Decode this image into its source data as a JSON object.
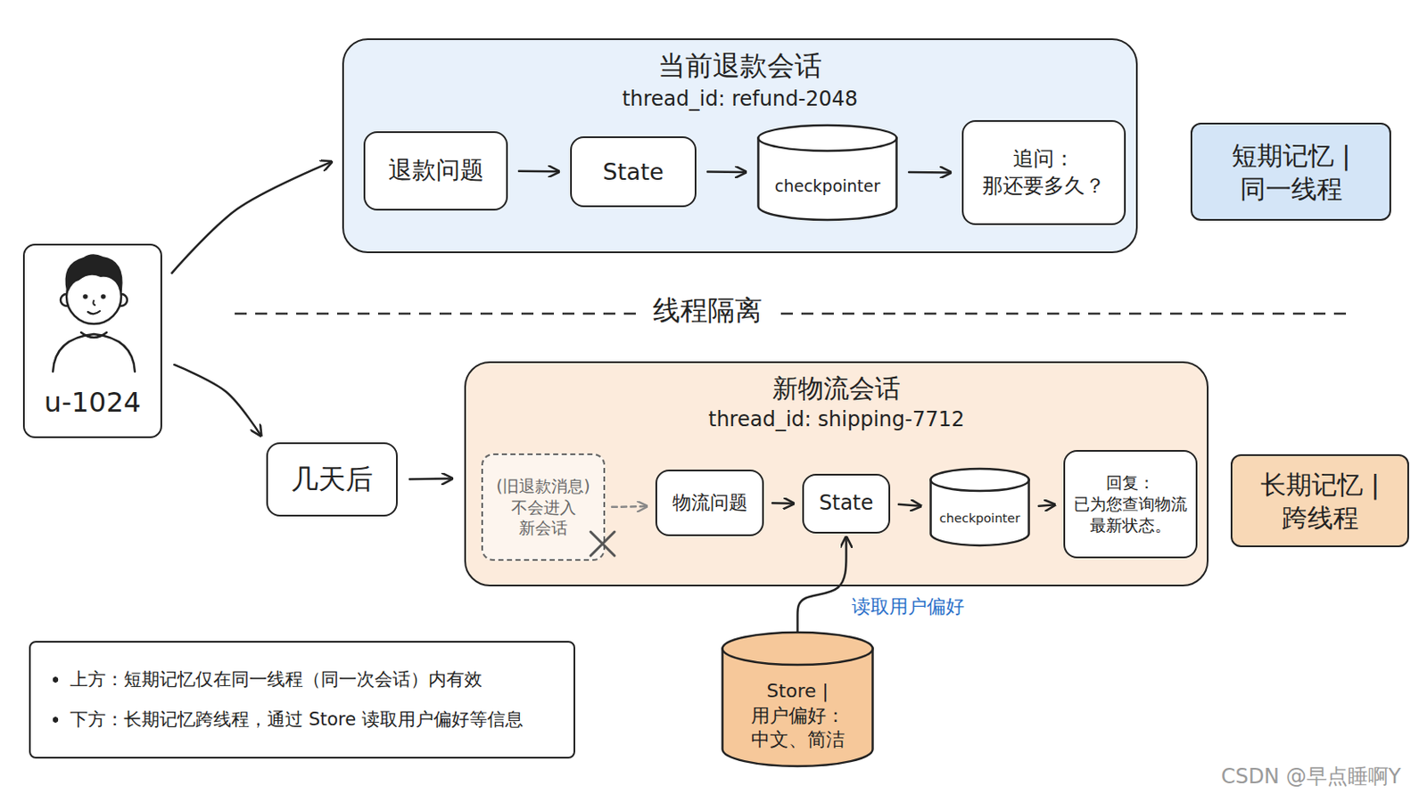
{
  "diagram": {
    "nodes": [
      {
        "text": [
          "u-1024"
        ]
      },
      {
        "text": [
          "当前退款会话",
          "thread_id: refund-2048"
        ]
      },
      {
        "text": [
          "退款问题"
        ],
        "in": 1
      },
      {
        "text": [
          "State"
        ],
        "in": 1
      },
      {
        "text": [
          "checkpointer"
        ],
        "in": 1
      },
      {
        "text": [
          "追问： 那还要多久？"
        ],
        "in": 1
      },
      {
        "text": [
          "短期记忆 | 同一线程"
        ]
      },
      {
        "text": [
          "几天后"
        ]
      },
      {
        "text": [
          "新物流会话",
          "thread_id: shipping-7712"
        ]
      },
      {
        "text": [
          "(旧退款消息)",
          "不会进入 新会话"
        ],
        "in": 8
      },
      {
        "text": [
          "物流问题"
        ],
        "in": 8
      },
      {
        "text": [
          "State"
        ],
        "in": 8
      },
      {
        "text": [
          "checkpointer"
        ],
        "in": 8
      },
      {
        "text": [
          "回复： 已为您查询物流 最新状态。"
        ],
        "in": 8
      },
      {
        "text": [
          "长期记忆 | 跨线程"
        ]
      },
      {
        "text": [
          "Store | 用户偏好： 中文、简洁"
        ]
      },
      {
        "text": [
          "上方：短期记忆仅在同一线程（同一次会话）内有效",
          "下方：长期记忆跨线程，通过 Store 读取用户偏好等信息"
        ]
      }
    ],
    "edges": [
      {
        "from": 0,
        "to": 1,
        "arrow": "to"
      },
      {
        "from": 0,
        "to": 7,
        "arrow": "to"
      },
      {
        "from": 2,
        "to": 3,
        "arrow": "to"
      },
      {
        "from": 3,
        "to": 4,
        "arrow": "to"
      },
      {
        "from": 4,
        "to": 5,
        "arrow": "to"
      },
      {
        "from": 7,
        "to": 8,
        "arrow": "to"
      },
      {
        "from": 9,
        "to": 10,
        "arrow": "to"
      },
      {
        "from": 10,
        "to": 11,
        "arrow": "to"
      },
      {
        "from": 11,
        "to": 12,
        "arrow": "to"
      },
      {
        "from": 12,
        "to": 13,
        "arrow": "to"
      },
      {
        "from": 15,
        "to": 11,
        "label": "读取用户偏好",
        "arrow": "to"
      }
    ],
    "labels": [
      "线程隔离",
      "CSDN @早点睡啊Y"
    ]
  }
}
